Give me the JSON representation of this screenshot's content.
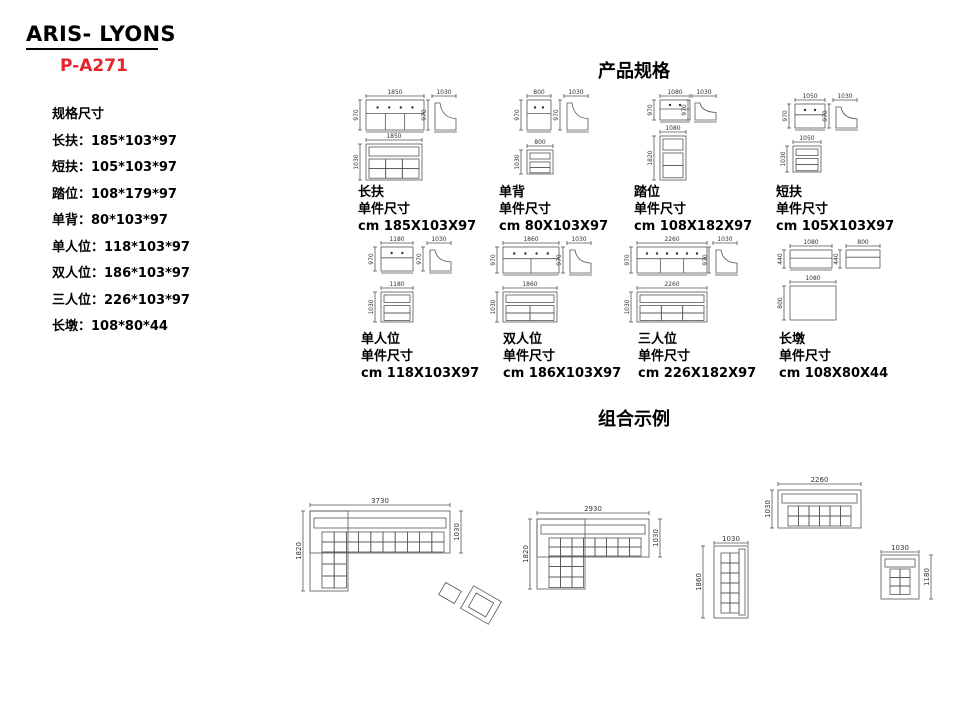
{
  "brand": "ARIS- LYONS",
  "model_code": "P-A271",
  "spec_list": {
    "heading": "规格尺寸",
    "items": [
      "长扶：185*103*97",
      "短扶：105*103*97",
      "踏位：108*179*97",
      "单背：80*103*97",
      "单人位：118*103*97",
      "双人位：186*103*97",
      "三人位：226*103*97",
      "长墩：108*80*44"
    ]
  },
  "product_section_title": "产品规格",
  "combo_section_title": "组合示例",
  "modules": [
    {
      "name": "长扶",
      "label": "单件尺寸",
      "size": "cm 185X103X97",
      "dims": {
        "front_w": "1850",
        "h": "970",
        "side_d": "1030",
        "top_w": "1850",
        "top_d": "1030"
      }
    },
    {
      "name": "单背",
      "label": "单件尺寸",
      "size": "cm 80X103X97",
      "dims": {
        "front_w": "800",
        "h": "970",
        "side_d": "1030",
        "top_w": "800",
        "top_d": "1030"
      }
    },
    {
      "name": "踏位",
      "label": "单件尺寸",
      "size": "cm 108X182X97",
      "dims": {
        "front_w": "1080",
        "h": "970",
        "side_d": "1030",
        "top_w": "1080",
        "top_d": "1820"
      }
    },
    {
      "name": "短扶",
      "label": "单件尺寸",
      "size": "cm 105X103X97",
      "dims": {
        "front_w": "1050",
        "h": "970",
        "side_d": "1030",
        "top_w": "1050",
        "top_d": "1030"
      }
    },
    {
      "name": "单人位",
      "label": "单件尺寸",
      "size": "cm 118X103X97",
      "dims": {
        "front_w": "1180",
        "h": "970",
        "side_d": "1030",
        "top_w": "1180",
        "top_d": "1030"
      }
    },
    {
      "name": "双人位",
      "label": "单件尺寸",
      "size": "cm 186X103X97",
      "dims": {
        "front_w": "1860",
        "h": "970",
        "side_d": "1030",
        "top_w": "1860",
        "top_d": "1030"
      }
    },
    {
      "name": "三人位",
      "label": "单件尺寸",
      "size": "cm 226X182X97",
      "dims": {
        "front_w": "2260",
        "h": "970",
        "side_d": "1030",
        "top_w": "2260",
        "top_d": "1030"
      }
    },
    {
      "name": "长墩",
      "label": "单件尺寸",
      "size": "cm 108X80X44",
      "dims": {
        "front_w": "1080",
        "h": "440",
        "side_d": "800",
        "side_h": "440",
        "top_w": "1080",
        "top_d": "800"
      }
    }
  ],
  "combos": [
    {
      "w": "3730",
      "d1": "1820",
      "d2": "1030"
    },
    {
      "w": "2930",
      "d1": "1820",
      "d2": "1030"
    },
    {
      "w": "1030",
      "d": "1860"
    },
    {
      "w": "2260",
      "d": "1030"
    },
    {
      "w": "1030",
      "d": "1180"
    }
  ]
}
